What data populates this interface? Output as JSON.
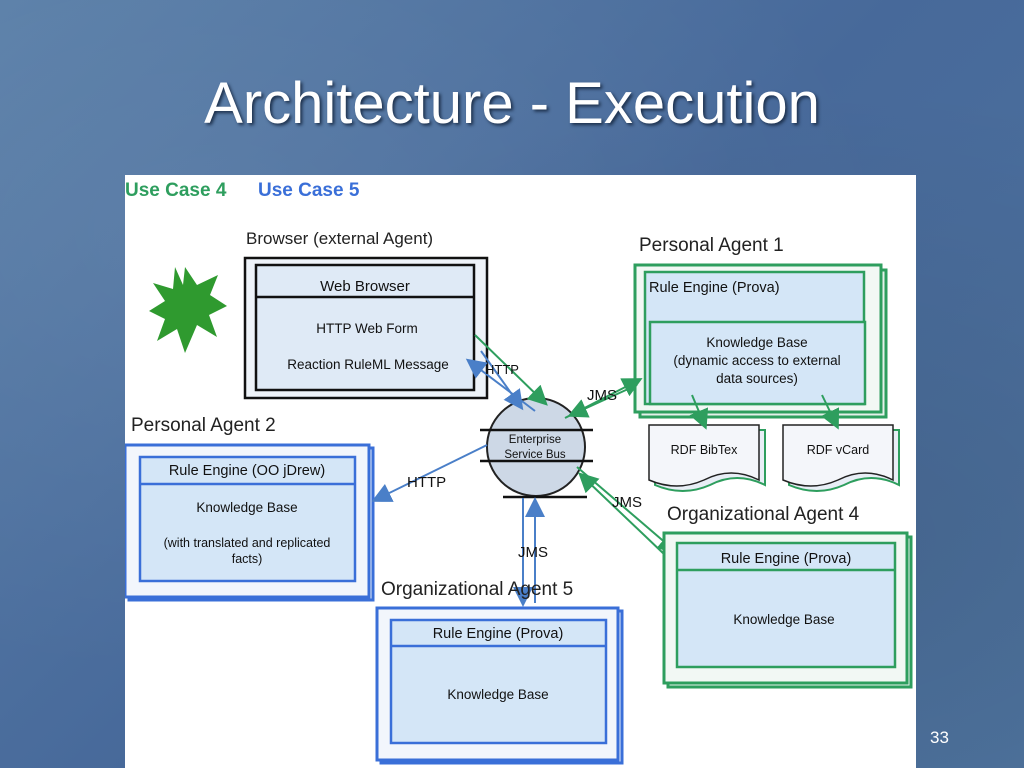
{
  "slide": {
    "title": "Architecture - Execution",
    "number": "33"
  },
  "diagram": {
    "use_cases": [
      "Use Case 4",
      "Use Case 5"
    ],
    "browser": {
      "caption": "Browser (external Agent)",
      "header": "Web Browser",
      "line1": "HTTP Web Form",
      "line2": "Reaction RuleML Message"
    },
    "personal_agent_1": {
      "caption": "Personal Agent 1",
      "engine": "Rule Engine (Prova)",
      "kb_line1": "Knowledge Base",
      "kb_line2": "(dynamic access to external",
      "kb_line3": "data sources)"
    },
    "data_sources": [
      "RDF BibTex",
      "RDF vCard"
    ],
    "personal_agent_2": {
      "caption": "Personal Agent 2",
      "engine": "Rule Engine (OO jDrew)",
      "kb": "Knowledge Base",
      "note1": "(with translated and replicated",
      "note2": "facts)"
    },
    "esb": {
      "line1": "Enterprise",
      "line2": "Service Bus"
    },
    "org_agent_4": {
      "caption": "Organizational Agent 4",
      "engine": "Rule Engine (Prova)",
      "kb": "Knowledge Base"
    },
    "org_agent_5": {
      "caption": "Organizational Agent 5",
      "engine": "Rule Engine (Prova)",
      "kb": "Knowledge Base"
    },
    "links": {
      "http_browser": "HTTP",
      "jms_agent1": "JMS",
      "http_agent2": "HTTP",
      "jms_agent4": "JMS",
      "jms_agent5": "JMS"
    },
    "colors": {
      "green": "#2e9e5e",
      "blue": "#3a6fd8",
      "box_fill": "#d4e6f7",
      "star": "#2f9a2f"
    }
  }
}
